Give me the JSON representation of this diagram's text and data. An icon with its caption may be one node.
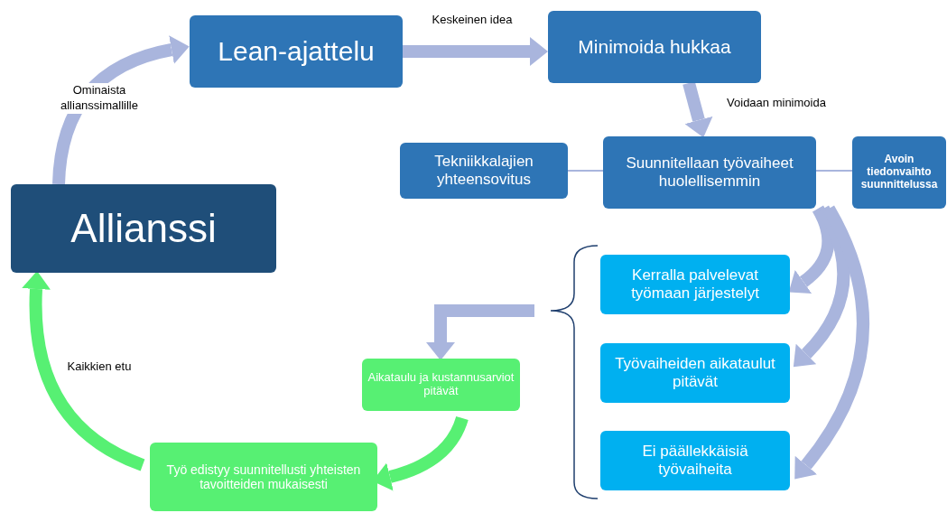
{
  "diagram": {
    "nodes": [
      {
        "text": [
          "Allianssi"
        ]
      },
      {
        "text": [
          "Lean-ajattelu"
        ]
      },
      {
        "text": [
          "Minimoida hukkaa"
        ]
      },
      {
        "text": [
          "Tekniikkalajien yhteensovitus"
        ]
      },
      {
        "text": [
          "Suunnitellaan työvaiheet huolellisemmin"
        ]
      },
      {
        "text": [
          "Avoin tiedonvaihto suunnittelussa"
        ]
      },
      {
        "text": [
          "Kerralla palvelevat työmaan järjestelyt"
        ]
      },
      {
        "text": [
          "Työvaiheiden aikataulut pitävät"
        ]
      },
      {
        "text": [
          "Ei päällekkäisiä työvaiheita"
        ]
      },
      {
        "text": [
          "Aikataulu ja kustannusarviot pitävät"
        ]
      },
      {
        "text": [
          "Työ edistyy suunnitellusti yhteisten tavoitteiden mukaisesti"
        ]
      }
    ],
    "edges": [
      {
        "from": 0,
        "to": 1,
        "arrow": "to",
        "label": "Ominaista allianssimallille"
      },
      {
        "from": 1,
        "to": 2,
        "arrow": "to",
        "label": "Keskeinen idea"
      },
      {
        "from": 2,
        "to": 4,
        "arrow": "to",
        "label": "Voidaan minimoida"
      },
      {
        "from": 3,
        "to": 4,
        "arrow": "none"
      },
      {
        "from": 4,
        "to": 5,
        "arrow": "none"
      },
      {
        "from": 4,
        "to": 6,
        "arrow": "to"
      },
      {
        "from": 4,
        "to": 7,
        "arrow": "to"
      },
      {
        "from": 4,
        "to": 8,
        "arrow": "to"
      },
      {
        "from": null,
        "to": 9,
        "arrow": "to"
      },
      {
        "from": 9,
        "to": 10,
        "arrow": "to",
        "color": "#57f073"
      },
      {
        "from": 10,
        "to": 0,
        "arrow": "to",
        "label": "Kaikkien etu",
        "color": "#57f073"
      }
    ]
  }
}
